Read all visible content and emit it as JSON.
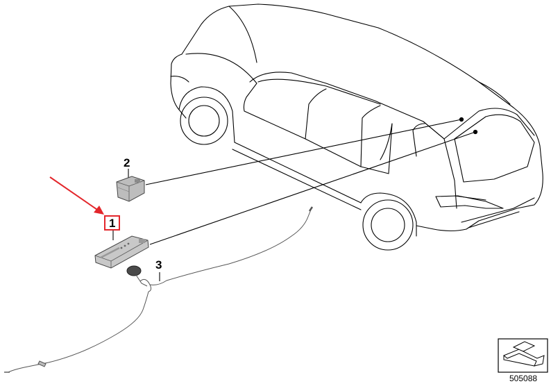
{
  "callouts": {
    "item_1": "1",
    "item_2": "2",
    "item_3": "3"
  },
  "reference_number": "505088",
  "highlight_color": "#e3262b",
  "line_color": "#000000",
  "icons": {
    "orientation": "direction-arrow-icon"
  }
}
